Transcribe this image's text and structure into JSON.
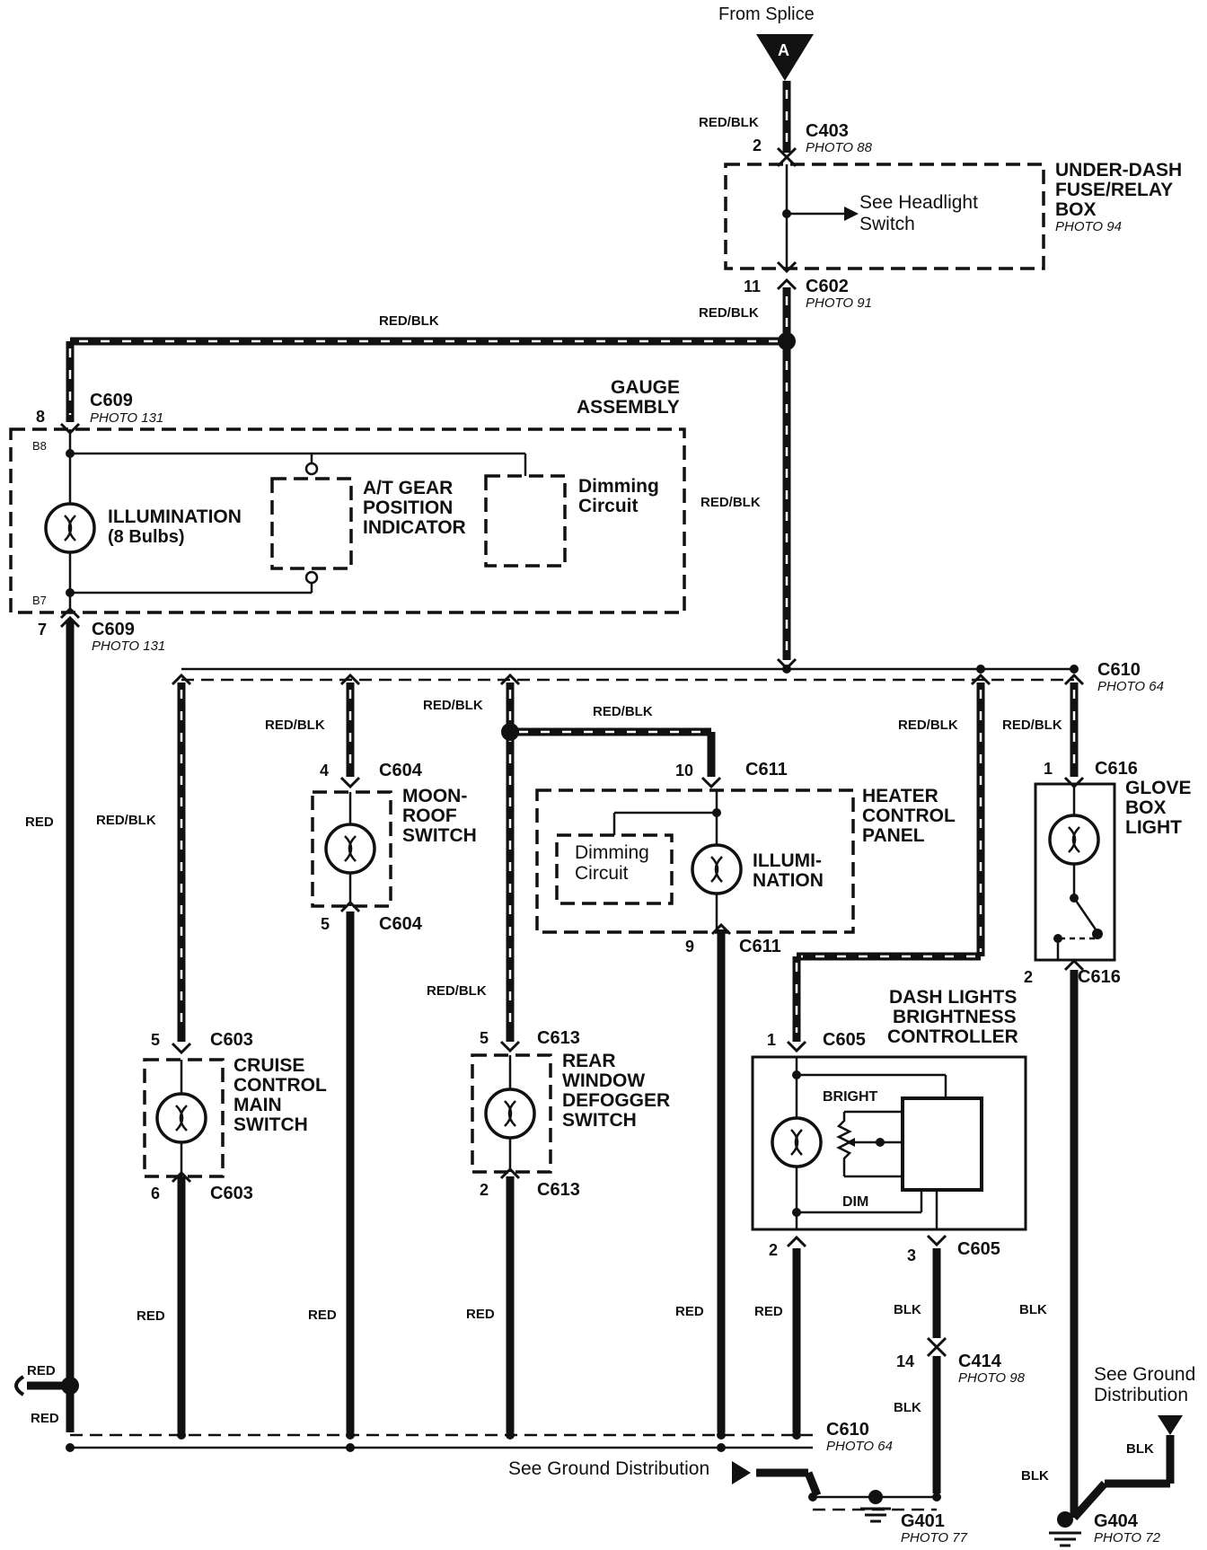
{
  "top": {
    "source_label": "From Splice",
    "splice_letter": "A"
  },
  "fuse_box": {
    "title_lines": [
      "UNDER-DASH",
      "FUSE/RELAY",
      "BOX"
    ],
    "photo": "PHOTO 94",
    "see_lines": [
      "See Headlight",
      "Switch"
    ]
  },
  "connectors": {
    "c403": {
      "name": "C403",
      "photo": "PHOTO 88",
      "pin": "2"
    },
    "c602": {
      "name": "C602",
      "photo": "PHOTO 91",
      "pin": "11"
    },
    "c609_top": {
      "name": "C609",
      "photo": "PHOTO 131",
      "pin": "8",
      "sub": "B8"
    },
    "c609_bot": {
      "name": "C609",
      "photo": "PHOTO 131",
      "pin": "7",
      "sub": "B7"
    },
    "c610_top": {
      "name": "C610",
      "photo": "PHOTO 64"
    },
    "c610_bot": {
      "name": "C610",
      "photo": "PHOTO 64"
    },
    "c604_top": {
      "name": "C604",
      "pin": "4"
    },
    "c604_bot": {
      "name": "C604",
      "pin": "5"
    },
    "c611_top": {
      "name": "C611",
      "pin": "10"
    },
    "c611_bot": {
      "name": "C611",
      "pin": "9"
    },
    "c616_top": {
      "name": "C616",
      "pin": "1"
    },
    "c616_bot": {
      "name": "C616",
      "pin": "2"
    },
    "c603_top": {
      "name": "C603",
      "pin": "5"
    },
    "c603_bot": {
      "name": "C603",
      "pin": "6"
    },
    "c613_top": {
      "name": "C613",
      "pin": "5"
    },
    "c613_bot": {
      "name": "C613",
      "pin": "2"
    },
    "c605_top": {
      "name": "C605",
      "pin": "1"
    },
    "c605_bot_l": {
      "pin": "2"
    },
    "c605_bot_r": {
      "name": "C605",
      "pin": "3"
    },
    "c414": {
      "name": "C414",
      "photo": "PHOTO 98",
      "pin": "14"
    },
    "g401": {
      "name": "G401",
      "photo": "PHOTO 77"
    },
    "g404": {
      "name": "G404",
      "photo": "PHOTO 72"
    }
  },
  "gauge": {
    "title_lines": [
      "GAUGE",
      "ASSEMBLY"
    ],
    "illum_lines": [
      "ILLUMINATION",
      "(8 Bulbs)"
    ],
    "at_lines": [
      "A/T GEAR",
      "POSITION",
      "INDICATOR"
    ],
    "dim_lines": [
      "Dimming",
      "Circuit"
    ]
  },
  "moonroof": {
    "lines": [
      "MOON-",
      "ROOF",
      "SWITCH"
    ]
  },
  "heater": {
    "title_lines": [
      "HEATER",
      "CONTROL",
      "PANEL"
    ],
    "dim_lines": [
      "Dimming",
      "Circuit"
    ],
    "illum_lines": [
      "ILLUMI-",
      "NATION"
    ]
  },
  "glovebox": {
    "lines": [
      "GLOVE",
      "BOX",
      "LIGHT"
    ]
  },
  "cruise": {
    "lines": [
      "CRUISE",
      "CONTROL",
      "MAIN",
      "SWITCH"
    ]
  },
  "defogger": {
    "lines": [
      "REAR",
      "WINDOW",
      "DEFOGGER",
      "SWITCH"
    ]
  },
  "dash_ctrl": {
    "title_lines": [
      "DASH LIGHTS",
      "BRIGHTNESS",
      "CONTROLLER"
    ],
    "bright": "BRIGHT",
    "dim": "DIM"
  },
  "wires": {
    "red_blk": "RED/BLK",
    "red": "RED",
    "blk": "BLK"
  },
  "ground_notes": {
    "bottom": "See Ground Distribution",
    "right_lines": [
      "See Ground",
      "Distribution"
    ]
  }
}
